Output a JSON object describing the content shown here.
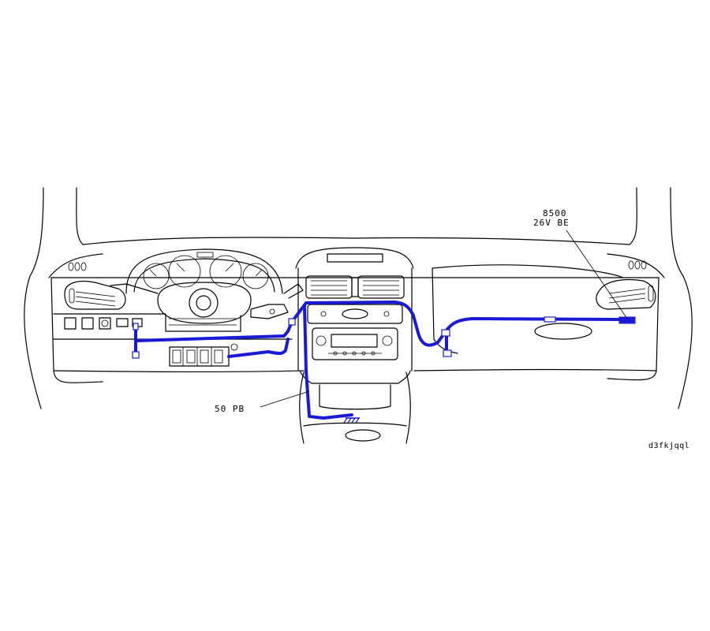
{
  "labels": {
    "connector_top_line1": "8500",
    "connector_top_line2": "26V  BE",
    "ground_point": "50  PB",
    "drawing_ref": "d3fkjqql"
  },
  "colors": {
    "harness": "#1a1ad6",
    "outline": "#000000",
    "background": "#ffffff"
  }
}
